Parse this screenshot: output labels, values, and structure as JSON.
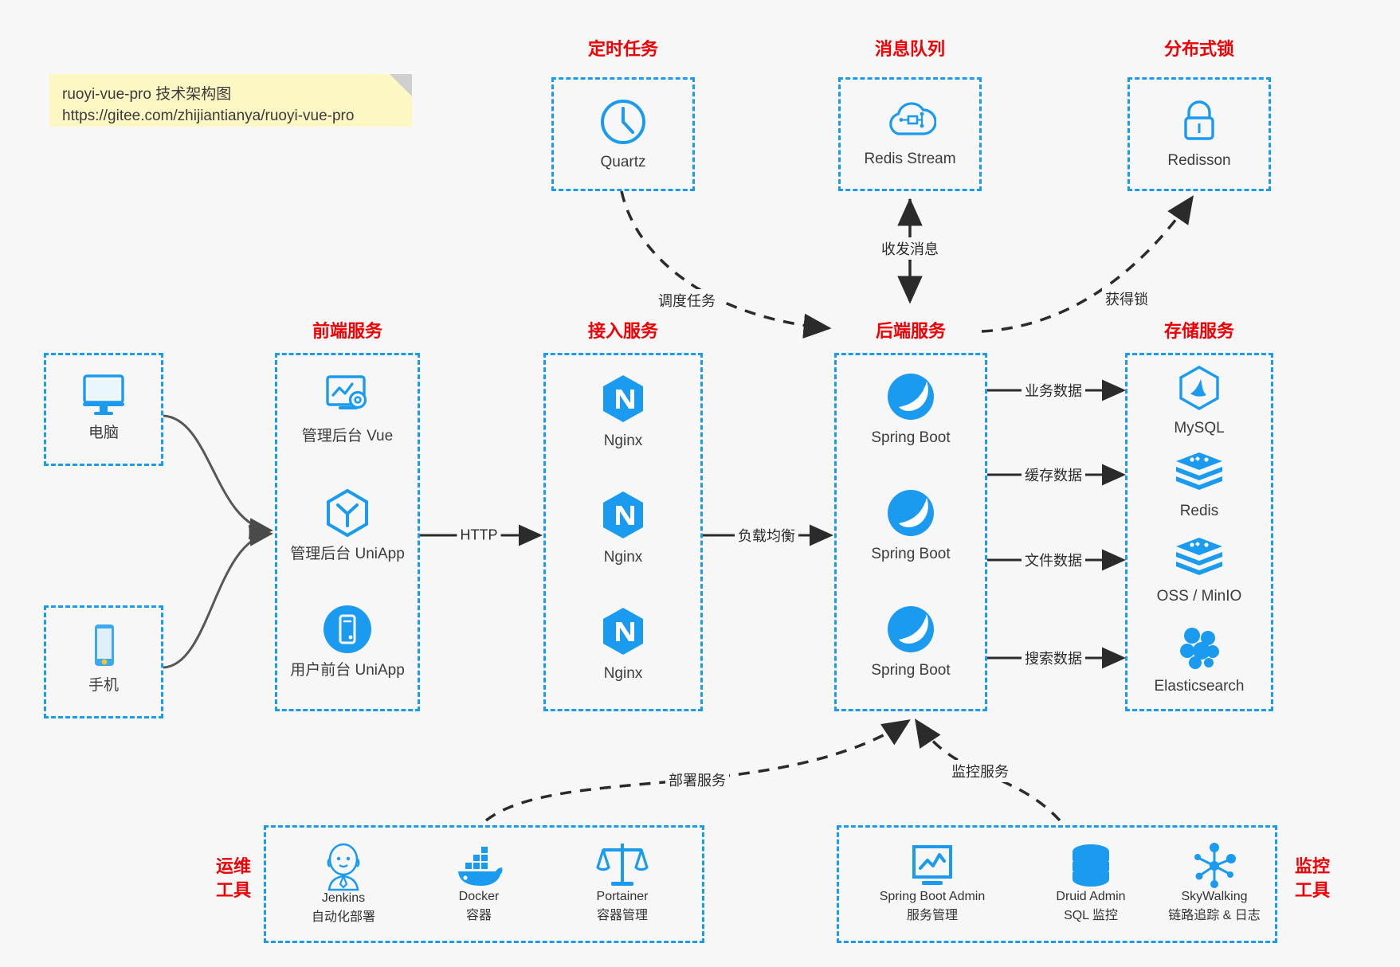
{
  "note": {
    "line1": "ruoyi-vue-pro 技术架构图",
    "line2": "https://gitee.com/zhijiantianya/ruoyi-vue-pro"
  },
  "colors": {
    "group_border": "#1a9bf0",
    "group_title": "#f00005",
    "icon_blue": "#1a9bf0",
    "background": "#f7f7f7",
    "note_bg": "#fdf7c3",
    "edge": "#2b2b2b"
  },
  "groups": {
    "scheduler": {
      "title": "定时任务",
      "nodes": [
        {
          "label": "Quartz",
          "icon": "clock-icon"
        }
      ]
    },
    "mq": {
      "title": "消息队列",
      "nodes": [
        {
          "label": "Redis Stream",
          "icon": "cloud-stream-icon"
        }
      ]
    },
    "lock": {
      "title": "分布式锁",
      "nodes": [
        {
          "label": "Redisson",
          "icon": "lock-icon"
        }
      ]
    },
    "client_pc": {
      "nodes": [
        {
          "label": "电脑",
          "icon": "monitor-icon"
        }
      ]
    },
    "client_mobile": {
      "nodes": [
        {
          "label": "手机",
          "icon": "phone-icon"
        }
      ]
    },
    "frontend": {
      "title": "前端服务",
      "nodes": [
        {
          "label": "管理后台 Vue",
          "icon": "dashboard-gear-icon"
        },
        {
          "label": "管理后台 UniApp",
          "icon": "hexagon-uniapp-icon"
        },
        {
          "label": "用户前台 UniApp",
          "icon": "mobile-app-icon"
        }
      ]
    },
    "gateway": {
      "title": "接入服务",
      "nodes": [
        {
          "label": "Nginx",
          "icon": "nginx-icon"
        },
        {
          "label": "Nginx",
          "icon": "nginx-icon"
        },
        {
          "label": "Nginx",
          "icon": "nginx-icon"
        }
      ]
    },
    "backend": {
      "title": "后端服务",
      "nodes": [
        {
          "label": "Spring Boot",
          "icon": "spring-boot-icon"
        },
        {
          "label": "Spring Boot",
          "icon": "spring-boot-icon"
        },
        {
          "label": "Spring Boot",
          "icon": "spring-boot-icon"
        }
      ]
    },
    "storage": {
      "title": "存储服务",
      "nodes": [
        {
          "label": "MySQL",
          "icon": "mysql-icon"
        },
        {
          "label": "Redis",
          "icon": "redis-icon"
        },
        {
          "label": "OSS / MinIO",
          "icon": "oss-minio-icon"
        },
        {
          "label": "Elasticsearch",
          "icon": "elasticsearch-icon"
        }
      ]
    },
    "devops": {
      "title_line1": "运维",
      "title_line2": "工具",
      "nodes": [
        {
          "label": "Jenkins",
          "sublabel": "自动化部署",
          "icon": "jenkins-icon"
        },
        {
          "label": "Docker",
          "sublabel": "容器",
          "icon": "docker-icon"
        },
        {
          "label": "Portainer",
          "sublabel": "容器管理",
          "icon": "portainer-icon"
        }
      ]
    },
    "monitor": {
      "title_line1": "监控",
      "title_line2": "工具",
      "nodes": [
        {
          "label": "Spring Boot Admin",
          "sublabel": "服务管理",
          "icon": "monitor-chart-icon"
        },
        {
          "label": "Druid Admin",
          "sublabel": "SQL 监控",
          "icon": "database-icon"
        },
        {
          "label": "SkyWalking",
          "sublabel": "链路追踪 & 日志",
          "icon": "skywalking-icon"
        }
      ]
    }
  },
  "edges": {
    "schedule_task": "调度任务",
    "send_receive_message": "收发消息",
    "acquire_lock": "获得锁",
    "http": "HTTP",
    "load_balance": "负载均衡",
    "business_data": "业务数据",
    "cache_data": "缓存数据",
    "file_data": "文件数据",
    "search_data": "搜索数据",
    "deploy_service": "部署服务",
    "monitor_service": "监控服务"
  }
}
